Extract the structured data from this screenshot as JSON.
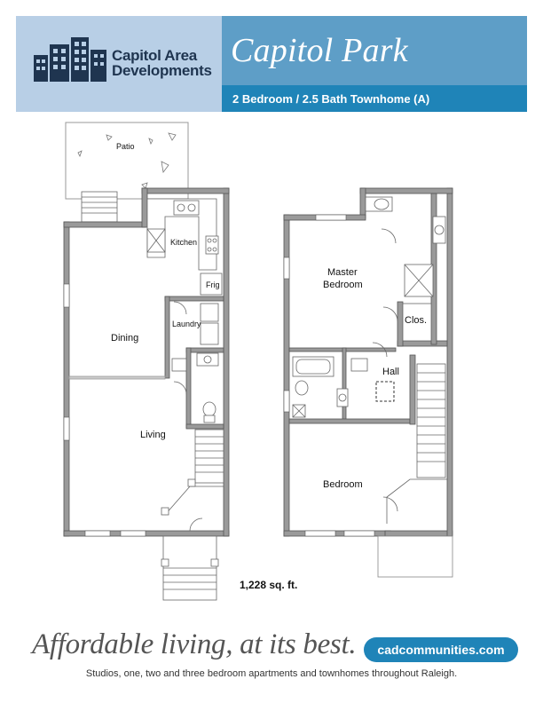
{
  "brand": {
    "logo_line1": "Capitol Area",
    "logo_line2": "Developments",
    "colors": {
      "logo_bg": "#b8cfe6",
      "title_bg": "#5e9ec7",
      "subtitle_bg": "#1f84b8",
      "navy": "#1f3550"
    }
  },
  "header": {
    "title": "Capitol Park",
    "subtitle": "2 Bedroom / 2.5 Bath Townhome (A)"
  },
  "rooms": {
    "patio": "Patio",
    "kitchen": "Kitchen",
    "frig": "Frig",
    "laundry": "Laundry",
    "dining": "Dining",
    "living": "Living",
    "master_line1": "Master",
    "master_line2": "Bedroom",
    "closet": "Clos.",
    "hall": "Hall",
    "bedroom": "Bedroom"
  },
  "sqft": "1,228 sq. ft.",
  "footer": {
    "tagline": "Affordable living, at its best.",
    "url": "cadcommunities.com",
    "note": "Studios, one, two and three bedroom apartments and townhomes throughout Raleigh."
  }
}
